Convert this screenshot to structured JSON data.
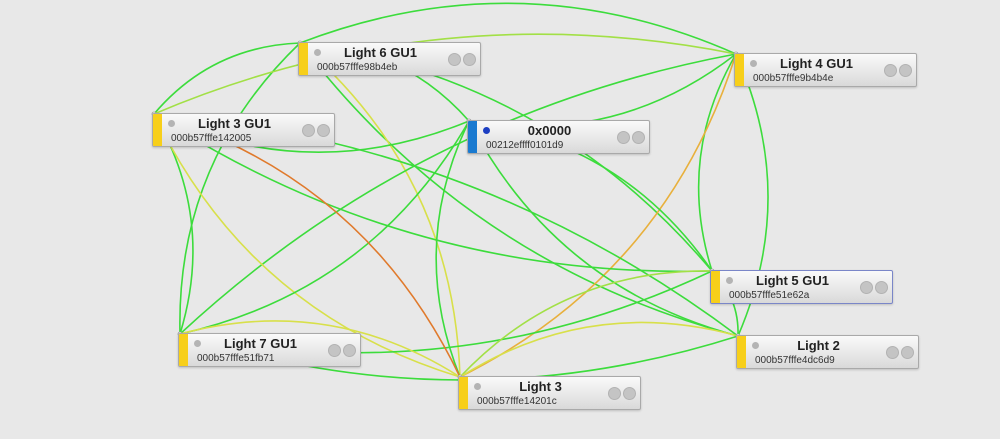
{
  "colors": {
    "background": "#e8e8e8",
    "router_bar": "#1a7ad0",
    "router_dot": "#1d3fc2",
    "light_bar": "#f7cf1a",
    "node_dot": "#b4b4b4",
    "link_strong": "#3cdc3c",
    "link_medium": "#a2e046",
    "link_weak": "#d8e04a",
    "link_poor": "#e8b03c",
    "link_bad": "#e07a2c"
  },
  "nodes": [
    {
      "id": "light6",
      "title": "Light 6 GU1",
      "address": "000b57fffe98b4eb",
      "kind": "light",
      "selected": false
    },
    {
      "id": "light4",
      "title": "Light 4 GU1",
      "address": "000b57fffe9b4b4e",
      "kind": "light",
      "selected": false
    },
    {
      "id": "light3gu1",
      "title": "Light 3 GU1",
      "address": "000b57fffe142005",
      "kind": "light",
      "selected": false
    },
    {
      "id": "coordinator",
      "title": "0x0000",
      "address": "00212effff0101d9",
      "kind": "router",
      "selected": false
    },
    {
      "id": "light5",
      "title": "Light 5 GU1",
      "address": "000b57fffe51e62a",
      "kind": "light",
      "selected": true
    },
    {
      "id": "light7",
      "title": "Light 7 GU1",
      "address": "000b57fffe51fb71",
      "kind": "light",
      "selected": false
    },
    {
      "id": "light2",
      "title": "Light 2",
      "address": "000b57fffe4dc6d9",
      "kind": "light",
      "selected": false
    },
    {
      "id": "light3",
      "title": "Light 3",
      "address": "000b57fffe14201c",
      "kind": "light",
      "selected": false
    }
  ],
  "links": [
    {
      "from": "light6",
      "to": "light4",
      "quality": "strong"
    },
    {
      "from": "light6",
      "to": "light3gu1",
      "quality": "strong"
    },
    {
      "from": "light6",
      "to": "coordinator",
      "quality": "strong"
    },
    {
      "from": "light6",
      "to": "light7",
      "quality": "strong"
    },
    {
      "from": "light6",
      "to": "light5",
      "quality": "strong"
    },
    {
      "from": "light6",
      "to": "light2",
      "quality": "strong"
    },
    {
      "from": "light6",
      "to": "light3",
      "quality": "weak"
    },
    {
      "from": "light4",
      "to": "light3gu1",
      "quality": "medium"
    },
    {
      "from": "light4",
      "to": "coordinator",
      "quality": "strong"
    },
    {
      "from": "light4",
      "to": "light5",
      "quality": "strong"
    },
    {
      "from": "light4",
      "to": "light2",
      "quality": "strong"
    },
    {
      "from": "light4",
      "to": "light7",
      "quality": "strong"
    },
    {
      "from": "light4",
      "to": "light3",
      "quality": "poor"
    },
    {
      "from": "light3gu1",
      "to": "coordinator",
      "quality": "strong"
    },
    {
      "from": "light3gu1",
      "to": "light7",
      "quality": "strong"
    },
    {
      "from": "light3gu1",
      "to": "light5",
      "quality": "strong"
    },
    {
      "from": "light3gu1",
      "to": "light2",
      "quality": "strong"
    },
    {
      "from": "light3gu1",
      "to": "light3",
      "quality": "weak"
    },
    {
      "from": "coordinator",
      "to": "light5",
      "quality": "strong"
    },
    {
      "from": "coordinator",
      "to": "light2",
      "quality": "strong"
    },
    {
      "from": "coordinator",
      "to": "light7",
      "quality": "strong"
    },
    {
      "from": "coordinator",
      "to": "light3",
      "quality": "strong"
    },
    {
      "from": "light5",
      "to": "light7",
      "quality": "strong"
    },
    {
      "from": "light5",
      "to": "light3",
      "quality": "medium"
    },
    {
      "from": "light2",
      "to": "light7",
      "quality": "strong"
    },
    {
      "from": "light2",
      "to": "light3",
      "quality": "weak"
    },
    {
      "from": "light7",
      "to": "light3",
      "quality": "weak"
    },
    {
      "from": "light2",
      "to": "light5",
      "quality": "strong"
    },
    {
      "from": "light3gu1",
      "to": "light3",
      "quality": "bad"
    }
  ]
}
